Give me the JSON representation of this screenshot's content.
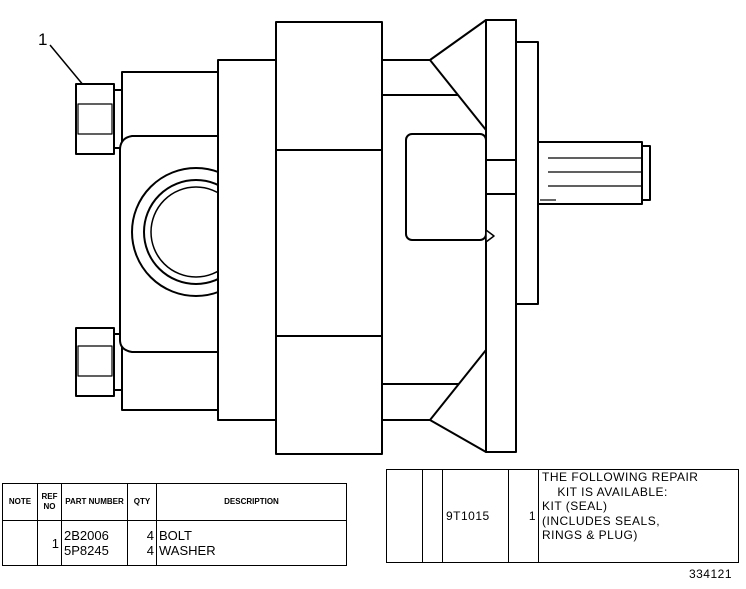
{
  "callout": "1",
  "parts_table": {
    "headers": {
      "note": "NOTE",
      "ref_no": "REF NO",
      "part_number": "PART NUMBER",
      "qty": "QTY",
      "description": "DESCRIPTION"
    },
    "rows": [
      {
        "note": "",
        "ref": "1",
        "part_number": "2B2006",
        "qty": "4",
        "description": "BOLT"
      },
      {
        "note": "",
        "ref": "",
        "part_number": "5P8245",
        "qty": "4",
        "description": "WASHER"
      }
    ]
  },
  "kit_table": {
    "part_number": "9T1015",
    "qty": "1",
    "description": "THE FOLLOWING REPAIR\n    KIT IS AVAILABLE:\nKIT (SEAL)\n(INCLUDES SEALS,\nRINGS & PLUG)"
  },
  "illustration_number": "334121"
}
